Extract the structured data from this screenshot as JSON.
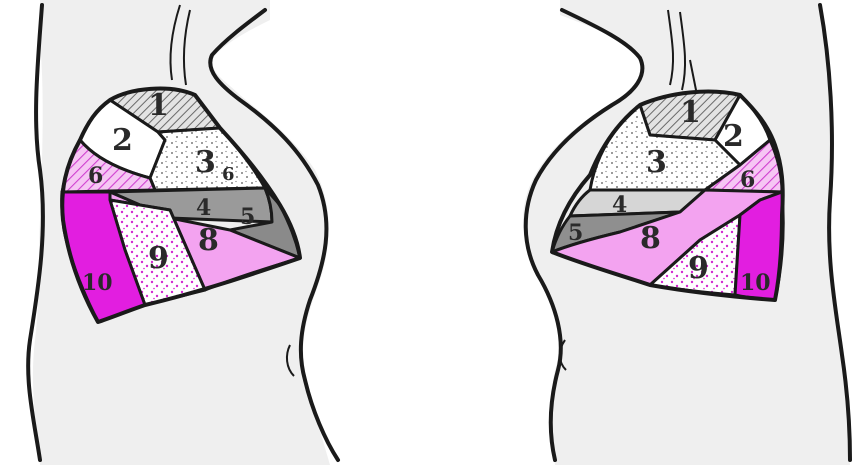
{
  "segments": {
    "left": {
      "s1": "1",
      "s2": "2",
      "s3": "3",
      "s3b": "6",
      "s4": "4",
      "s5": "5",
      "s6": "6",
      "s8": "8",
      "s9": "9",
      "s10": "10"
    },
    "right": {
      "s1": "1",
      "s2": "2",
      "s3": "3",
      "s4": "4",
      "s5": "5",
      "s6": "6",
      "s8": "8",
      "s9": "9",
      "s10": "10"
    }
  },
  "colors": {
    "magenta": "#e21ee0",
    "pink": "#f3a3f0",
    "pink_hatch": "#e070e0",
    "light_gray": "#d6d6d6",
    "mid_gray": "#8f8f8f",
    "white": "#ffffff",
    "body": "#efefef",
    "ink": "#1a1a1a"
  }
}
